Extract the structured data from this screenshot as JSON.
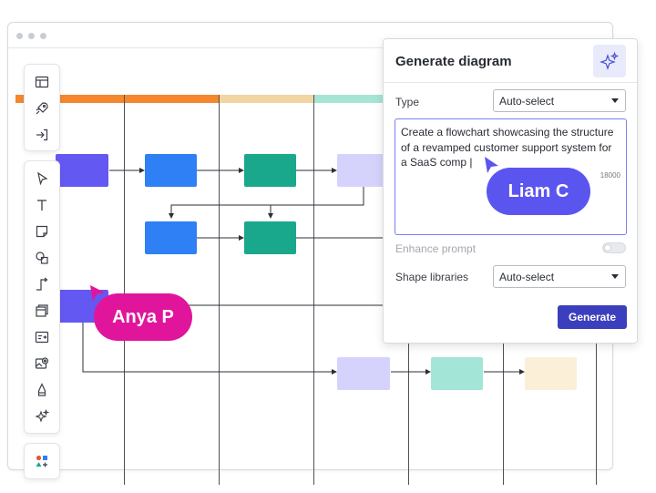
{
  "canvas": {
    "lane_colors": [
      "#f5872f",
      "#f5872f",
      "#f3d5a3",
      "#a7e4d4",
      "#f3d5a3",
      "#f5872f"
    ],
    "shape_colors": {
      "blue": "#2f7ff5",
      "teal": "#1aa88c",
      "lavender": "#d5d3fb",
      "violet": "#6458f2",
      "mint": "#a3e5d6",
      "cream": "#fcefd8"
    }
  },
  "collaborators": [
    {
      "name": "Anya P",
      "color": "#e1159b"
    },
    {
      "name": "Liam C",
      "color": "#5b55f0"
    }
  ],
  "toolbar_top": {
    "icons": [
      "layout-panel-icon",
      "rocket-icon",
      "import-arrow-icon"
    ]
  },
  "toolbar_main": {
    "icons": [
      "select-pointer-icon",
      "text-icon",
      "sticky-note-icon",
      "shapes-icon",
      "connector-line-icon",
      "container-icon",
      "data-linking-icon",
      "image-icon",
      "pen-icon",
      "ai-sparkle-icon"
    ]
  },
  "toolbar_bottom": {
    "icons": [
      "shape-library-icon"
    ]
  },
  "panel": {
    "title": "Generate diagram",
    "type_label": "Type",
    "type_value": "Auto-select",
    "prompt_text": "Create a flowchart showcasing the structure of a revamped customer support system for a SaaS comp |",
    "char_count": "18000",
    "enhance_label": "Enhance prompt",
    "enhance_enabled": false,
    "shape_libraries_label": "Shape libraries",
    "shape_libraries_value": "Auto-select",
    "generate_label": "Generate",
    "accent": "#3c3fbd"
  }
}
